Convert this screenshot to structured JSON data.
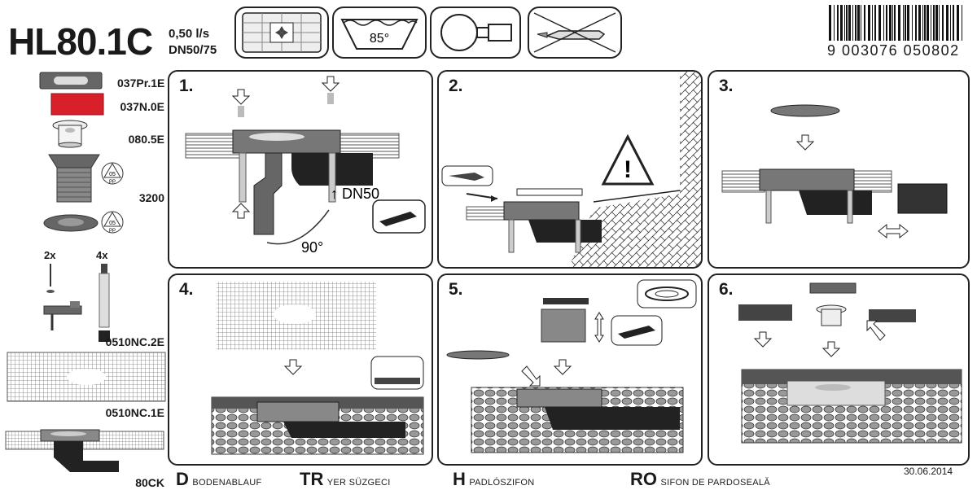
{
  "product": {
    "code": "HL80.1C",
    "flow": "0,50 l/s",
    "dn": "DN50/75"
  },
  "top_icons": [
    "grate-icon",
    "temperature-85-icon",
    "siphon-icon",
    "no-sealant-icon"
  ],
  "temperature": "85°",
  "barcode": {
    "number": "9 003076 050802"
  },
  "parts": {
    "p1": "037Pr.1E",
    "p2": "037N.0E",
    "p3": "080.5E",
    "p4": "3200",
    "screws_qty": "2x",
    "rods_qty": "4x",
    "p5": "0510NC.2E",
    "p6": "0510NC.1E",
    "p7": "80CK",
    "recycle_code": "05",
    "recycle_material": "PP"
  },
  "steps": [
    {
      "number": "1.",
      "dn_label": "DN50",
      "angle_label": "90°"
    },
    {
      "number": "2."
    },
    {
      "number": "3."
    },
    {
      "number": "4."
    },
    {
      "number": "5."
    },
    {
      "number": "6."
    }
  ],
  "languages": [
    {
      "code": "D",
      "name": "BODENABLAUF"
    },
    {
      "code": "TR",
      "name": "YER SÜZGECI"
    },
    {
      "code": "H",
      "name": "PADLÓSZIFON"
    },
    {
      "code": "RO",
      "name": "SIFON DE PARDOSEALĂ"
    }
  ],
  "date": "30.06.2014"
}
